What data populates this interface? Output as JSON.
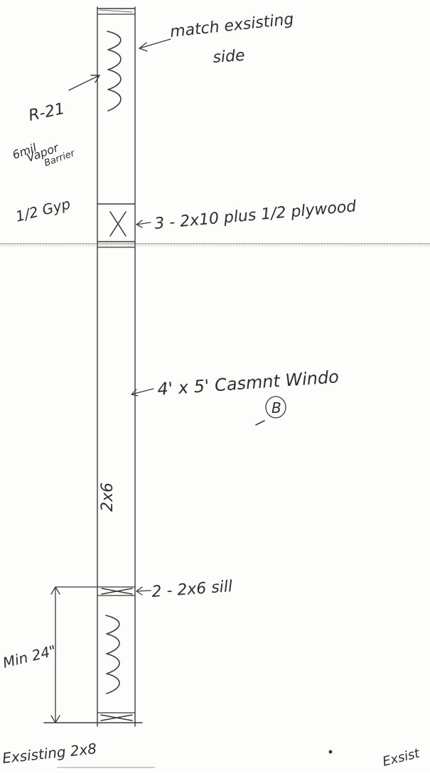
{
  "drawing": {
    "annotations": {
      "match_existing": "match exsisting",
      "side": "side",
      "r21": "R-21",
      "vapor_1": "6mil",
      "vapor_2": "Vapor",
      "vapor_3": "Barrier",
      "gyp": "1/2 Gyp",
      "header": "3 - 2x10 plus 1/2 plywood",
      "window": "4' x 5'  Casmnt  Windo",
      "window_tag": "B",
      "stud": "2x6",
      "sill": "2 - 2x6  sill",
      "min_height": "Min 24\"",
      "existing_bottom": "Exsisting 2x8",
      "existing_right": "Exsist"
    }
  }
}
